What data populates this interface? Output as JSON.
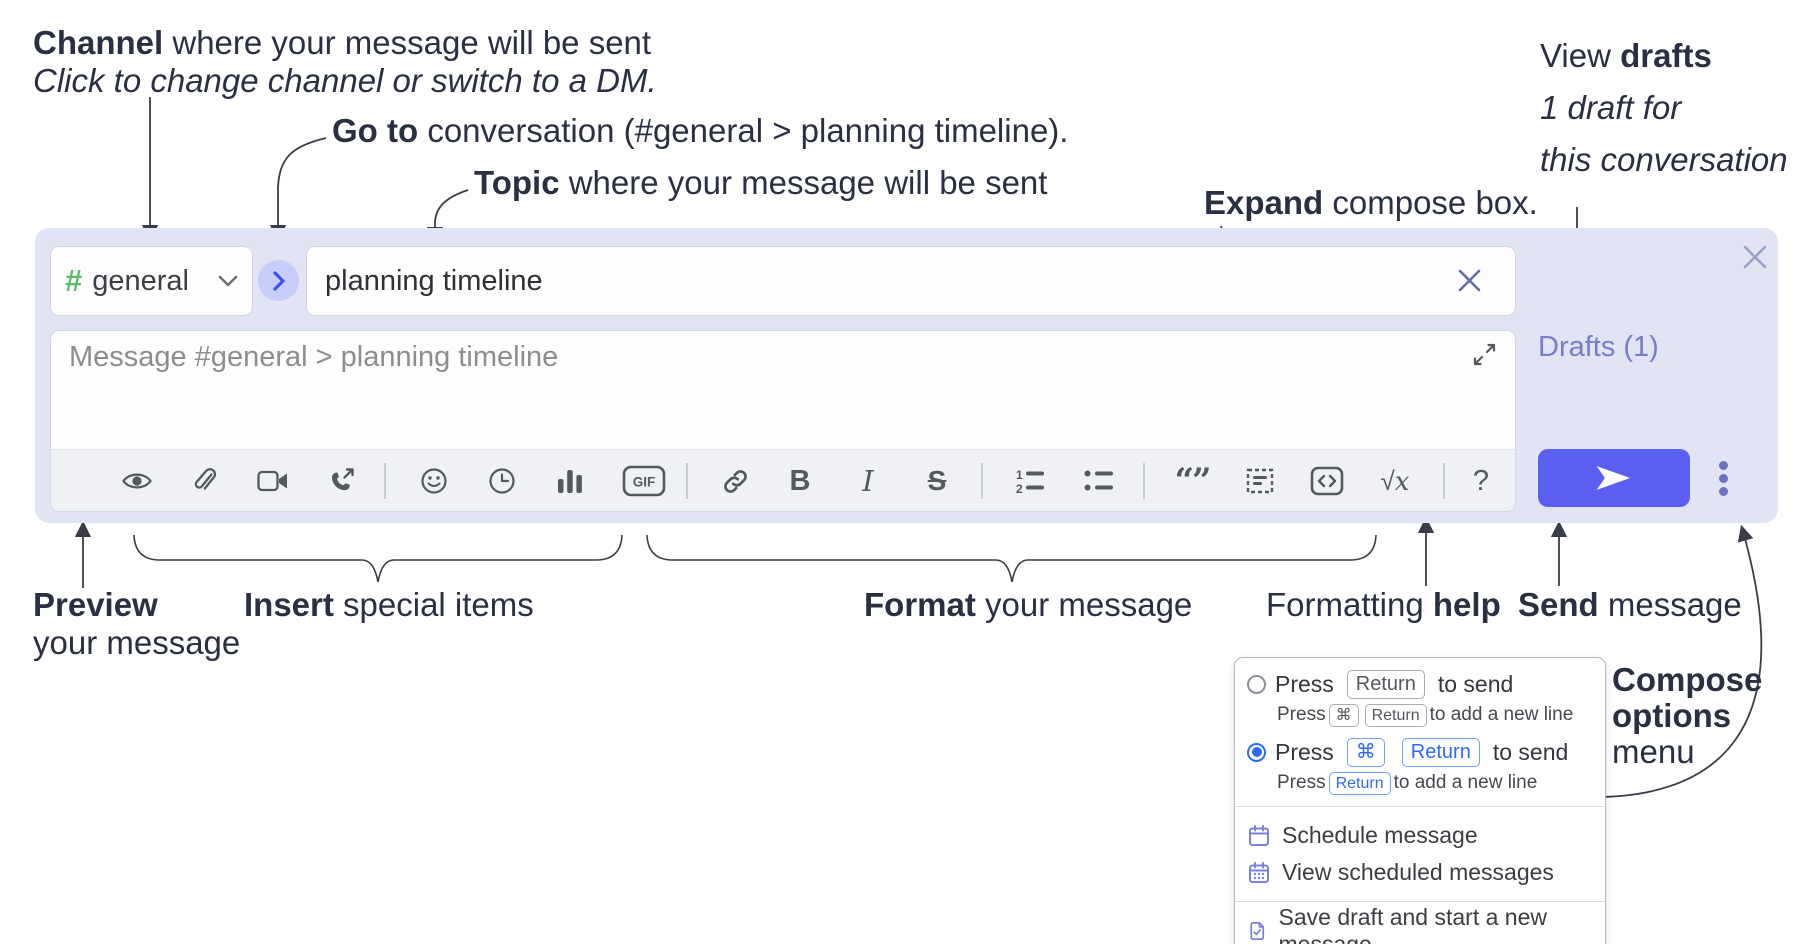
{
  "annotations": {
    "channel": {
      "bold": "Channel",
      "rest": " where your message will be sent",
      "line2": "Click to change channel or switch to a DM."
    },
    "goto": {
      "bold": "Go to",
      "rest": " conversation (#general > planning timeline)."
    },
    "topic": {
      "bold": "Topic",
      "rest": " where your message will be sent"
    },
    "expand": {
      "bold": "Expand",
      "rest": " compose box."
    },
    "view_drafts": {
      "pre": "View ",
      "bold": "drafts",
      "line2": "1 draft for",
      "line3": "this conversation"
    },
    "preview": {
      "bold": "Preview",
      "line2": "your message"
    },
    "insert": {
      "bold": "Insert",
      "rest": " special items"
    },
    "format": {
      "bold": "Format",
      "rest": " your message"
    },
    "formatting_help": {
      "pre": "Formatting ",
      "bold": "help"
    },
    "send": {
      "bold": "Send",
      "rest": " message"
    },
    "compose_options": {
      "line1": "Compose",
      "line2": "options",
      "line3": "menu"
    }
  },
  "compose": {
    "channel_hash": "#",
    "channel_name": "general",
    "topic_value": "planning timeline",
    "message_placeholder": "Message #general > planning timeline",
    "drafts_link": "Drafts (1)"
  },
  "toolbar": {
    "gif_label": "GIF",
    "bold_label": "B",
    "italic_label": "I",
    "strike_label": "S",
    "math_root": "√",
    "math_x": "x",
    "help_label": "?"
  },
  "popup": {
    "option1": {
      "press": "Press",
      "key": "Return",
      "suffix": "to send",
      "sub_press": "Press",
      "sub_key1": "⌘",
      "sub_key2": "Return",
      "sub_suffix": "to add a new line"
    },
    "option2": {
      "press": "Press",
      "key1": "⌘",
      "key2": "Return",
      "suffix": "to send",
      "sub_press": "Press",
      "sub_key": "Return",
      "sub_suffix": "to add a new line"
    },
    "items": [
      {
        "label": "Schedule message"
      },
      {
        "label": "View scheduled messages"
      },
      {
        "label": "Save draft and start a new message"
      }
    ]
  },
  "colors": {
    "panel_bg": "#e1e4f3",
    "accent_send": "#5a5ff1",
    "drafts_link": "#767ec9",
    "channel_hash_green": "#5bba6c",
    "radio_selected_blue": "#2a6df5",
    "menu_icon_purple": "#7b80dd"
  }
}
